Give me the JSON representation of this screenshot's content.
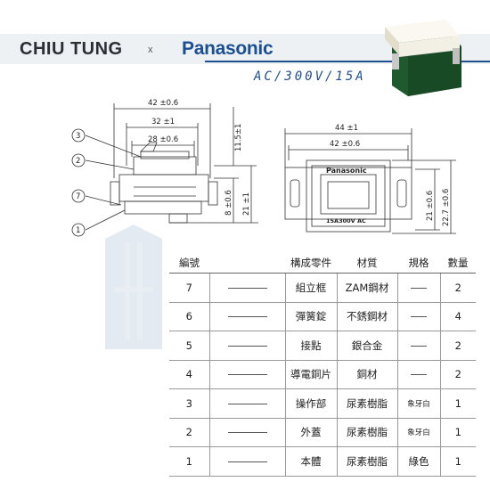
{
  "header": {
    "brand_left": "CHIU TUNG",
    "separator": "x",
    "brand_right": "Panasonic",
    "rating": "AC/300V/15A"
  },
  "side_drawing": {
    "dims": [
      "42 ±0.6",
      "32 ±1",
      "28 ±0.6",
      "11.5±1",
      "8 ±0.6",
      "21 ±1"
    ],
    "callouts": [
      "3",
      "2",
      "7",
      "1"
    ]
  },
  "front_drawing": {
    "dims": [
      "44 ±1",
      "42 ±0.6",
      "21 ±0.6",
      "22.7 ±0.6"
    ],
    "face_brand": "Panasonic",
    "face_rating": "15A300V AC"
  },
  "table": {
    "headers": [
      "編號",
      "構成零件",
      "材質",
      "規格",
      "數量"
    ],
    "rows": [
      {
        "no": "7",
        "name": "組立框",
        "material": "ZAM鋼材",
        "spec": "",
        "qty": "2"
      },
      {
        "no": "6",
        "name": "彈簧錠",
        "material": "不銹鋼材",
        "spec": "",
        "qty": "4"
      },
      {
        "no": "5",
        "name": "接點",
        "material": "銀合金",
        "spec": "",
        "qty": "2"
      },
      {
        "no": "4",
        "name": "導電銅片",
        "material": "銅材",
        "spec": "",
        "qty": "2"
      },
      {
        "no": "3",
        "name": "操作部",
        "material": "尿素樹脂",
        "spec": "象牙白",
        "qty": "1"
      },
      {
        "no": "2",
        "name": "外蓋",
        "material": "尿素樹脂",
        "spec": "象牙白",
        "qty": "1"
      },
      {
        "no": "1",
        "name": "本體",
        "material": "尿素樹脂",
        "spec": "綠色",
        "qty": "1"
      }
    ]
  },
  "colors": {
    "brand_blue": "#1b4f93",
    "switch_green": "#1f5a2e",
    "switch_ivory": "#f2efe4"
  }
}
